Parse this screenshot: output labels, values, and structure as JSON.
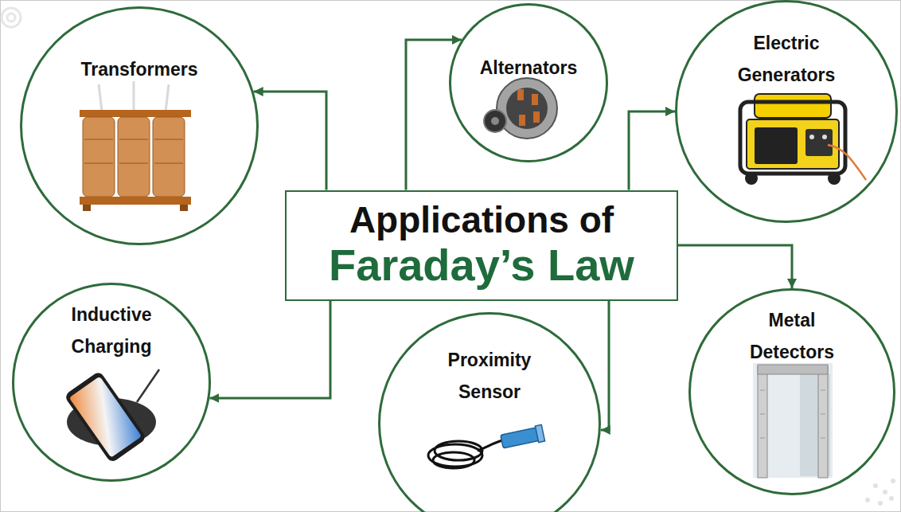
{
  "diagram": {
    "nodes": [
      {
        "text": [
          "Transformers"
        ]
      },
      {
        "text": [
          "Alternators"
        ]
      },
      {
        "text": [
          "Electric Generators"
        ]
      },
      {
        "text": [
          "Applications of",
          "Faraday’s Law"
        ]
      },
      {
        "text": [
          "Metal Detectors"
        ]
      },
      {
        "text": [
          "Inductive Charging"
        ]
      },
      {
        "text": [
          "Proximity Sensor"
        ]
      }
    ],
    "edges": [
      {
        "from": 3,
        "to": 0,
        "arrow": "to"
      },
      {
        "from": 3,
        "to": 1,
        "arrow": "to"
      },
      {
        "from": 3,
        "to": 2,
        "arrow": "to"
      },
      {
        "from": 3,
        "to": 4,
        "arrow": "to"
      },
      {
        "from": 3,
        "to": 6,
        "arrow": "to"
      },
      {
        "from": 3,
        "to": 5,
        "arrow": "to"
      }
    ]
  }
}
